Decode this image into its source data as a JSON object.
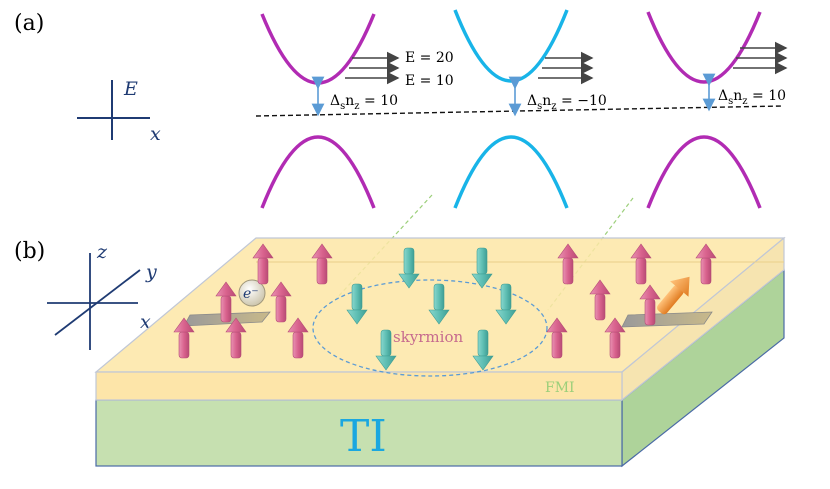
{
  "panel_a": {
    "label": "(a)",
    "axes": {
      "y_label": "E",
      "x_label": "x"
    },
    "energy_high": "E = 20",
    "energy_low": "E = 10",
    "gaps": [
      {
        "text": "Δ_s n_z = 10",
        "color": "#b12bb3"
      },
      {
        "text": "Δ_s n_z = −10",
        "color": "#18b4e8"
      },
      {
        "text": "Δ_s n_z = 10",
        "color": "#b12bb3"
      }
    ]
  },
  "panel_b": {
    "label": "(b)",
    "axes": {
      "z_label": "z",
      "y_label": "y",
      "x_label": "x"
    },
    "electron_label": "e⁻",
    "skyrmion_label": "skyrmion",
    "fmi_label": "FMI",
    "ti_label": "TI"
  },
  "colors": {
    "magenta": "#b12bb3",
    "cyan": "#18b4e8",
    "pink_arrow": "#d9638e",
    "teal_arrow": "#5fbfb4",
    "fmi_layer": "#fde6a6",
    "ti_layer": "#c6e0b0",
    "orange_arrow": "#f29a3a"
  }
}
